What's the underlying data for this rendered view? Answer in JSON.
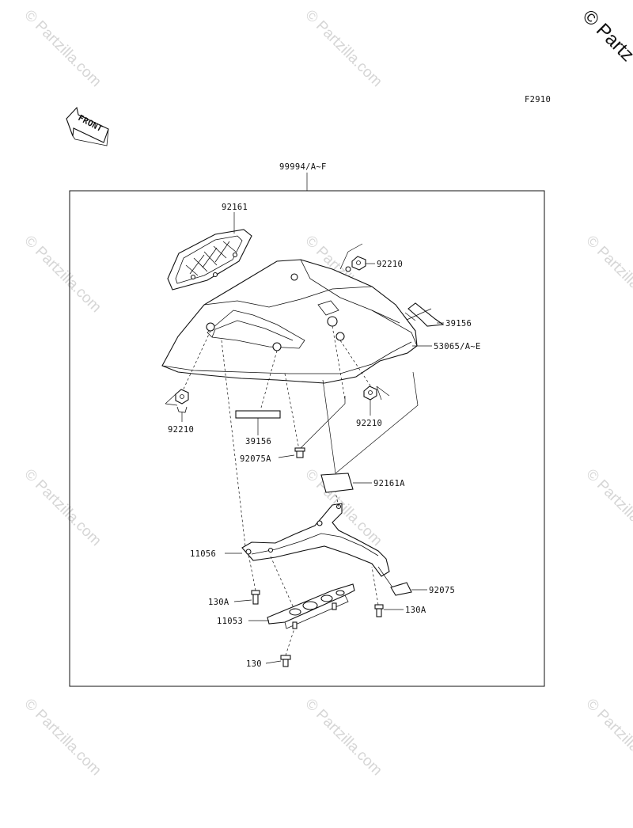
{
  "diagram": {
    "figure_code": "F2910",
    "front_label": "FRONT",
    "assembly_label": "99994/A~F",
    "watermark_text": "© Partzilla.com",
    "corner_watermark": "© Partz",
    "parts": {
      "p92161_top": "92161",
      "p92210_top": "92210",
      "p39156_right": "39156",
      "p53065": "53065/A~E",
      "p92210_left": "92210",
      "p39156_lower": "39156",
      "p92210_right": "92210",
      "p92075A": "92075A",
      "p92161A": "92161A",
      "p11056": "11056",
      "p130A_left": "130A",
      "p92075": "92075",
      "p11053": "11053",
      "p130A_right": "130A",
      "p130": "130"
    },
    "colors": {
      "line": "#111111",
      "watermark": "#d6d6d6",
      "background": "#ffffff"
    }
  }
}
